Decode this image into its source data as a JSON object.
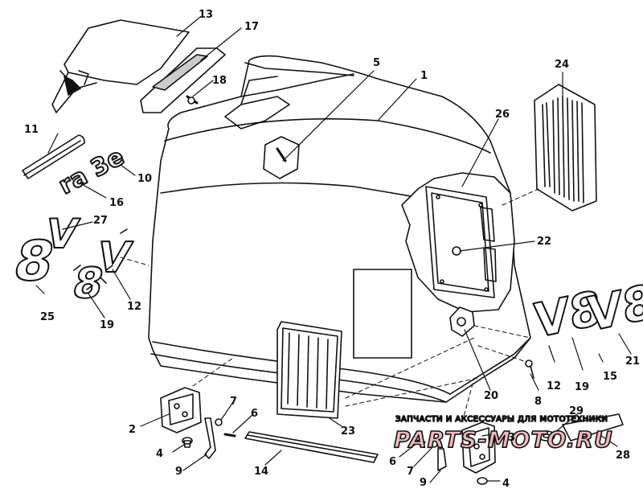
{
  "diagram": {
    "callouts": {
      "c1": "1",
      "c2": "2",
      "c3": "3",
      "c4a": "4",
      "c4b": "4",
      "c5": "5",
      "c6a": "6",
      "c6b": "6",
      "c7a": "7",
      "c7b": "7",
      "c8": "8",
      "c9a": "9",
      "c9b": "9",
      "c10": "10",
      "c11": "11",
      "c12a": "12",
      "c12b": "12",
      "c13": "13",
      "c14": "14",
      "c15": "15",
      "c16": "16",
      "c17": "17",
      "c18": "18",
      "c19a": "19",
      "c19b": "19",
      "c20": "20",
      "c21": "21",
      "c22": "22",
      "c23": "23",
      "c24": "24",
      "c25": "25",
      "c26": "26",
      "c27": "27",
      "c28": "28",
      "c29": "29"
    },
    "decals": {
      "rapid": "ra 3e",
      "eight_a": "8",
      "v_a": "V",
      "eight_b": "8",
      "v_b": "V",
      "v8_a": "V8",
      "v8_b": "V8"
    },
    "watermark": {
      "tagline": "ЗАПЧАСТИ И АКСЕССУАРЫ ДЛЯ МОТОТЕХНИКИ",
      "logo": "PARTS-MOTO.RU"
    }
  }
}
